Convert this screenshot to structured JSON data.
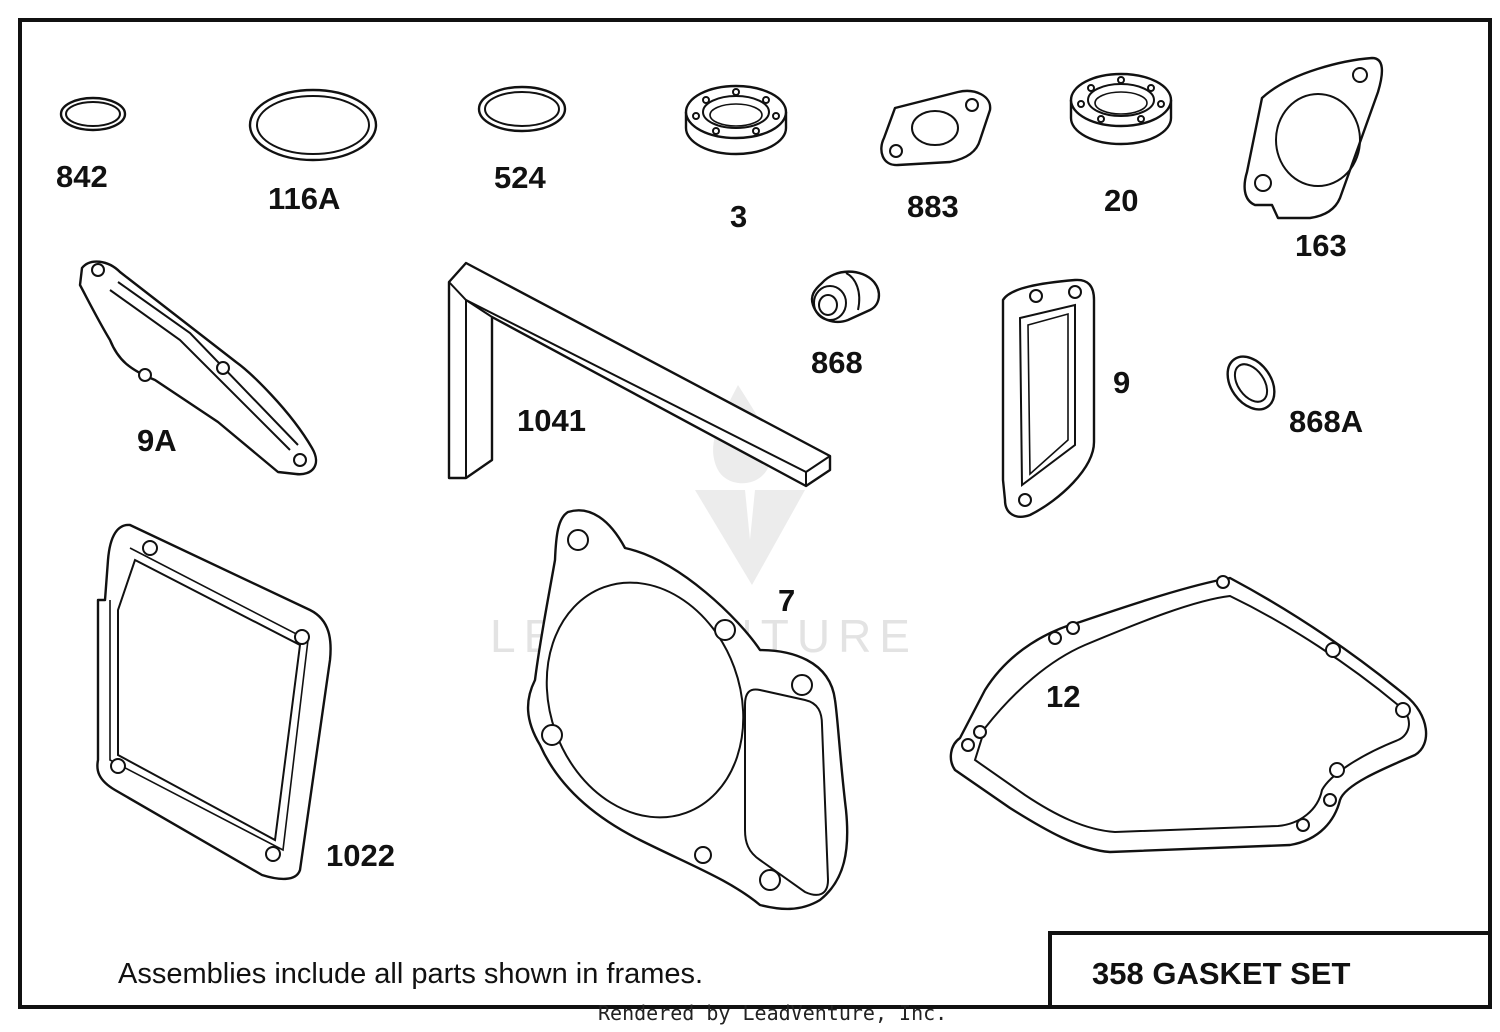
{
  "parts": [
    {
      "id": "842",
      "label": "842"
    },
    {
      "id": "116A",
      "label": "116A"
    },
    {
      "id": "524",
      "label": "524"
    },
    {
      "id": "3",
      "label": "3"
    },
    {
      "id": "883",
      "label": "883"
    },
    {
      "id": "20",
      "label": "20"
    },
    {
      "id": "163",
      "label": "163"
    },
    {
      "id": "9A",
      "label": "9A"
    },
    {
      "id": "1041",
      "label": "1041"
    },
    {
      "id": "868",
      "label": "868"
    },
    {
      "id": "9",
      "label": "9"
    },
    {
      "id": "868A",
      "label": "868A"
    },
    {
      "id": "1022",
      "label": "1022"
    },
    {
      "id": "7",
      "label": "7"
    },
    {
      "id": "12",
      "label": "12"
    }
  ],
  "footer": {
    "note": "Assemblies include all parts shown in frames.",
    "title": "358 GASKET SET"
  },
  "watermark": "LEADVENTURE",
  "credit": "Rendered by LeadVenture, Inc."
}
